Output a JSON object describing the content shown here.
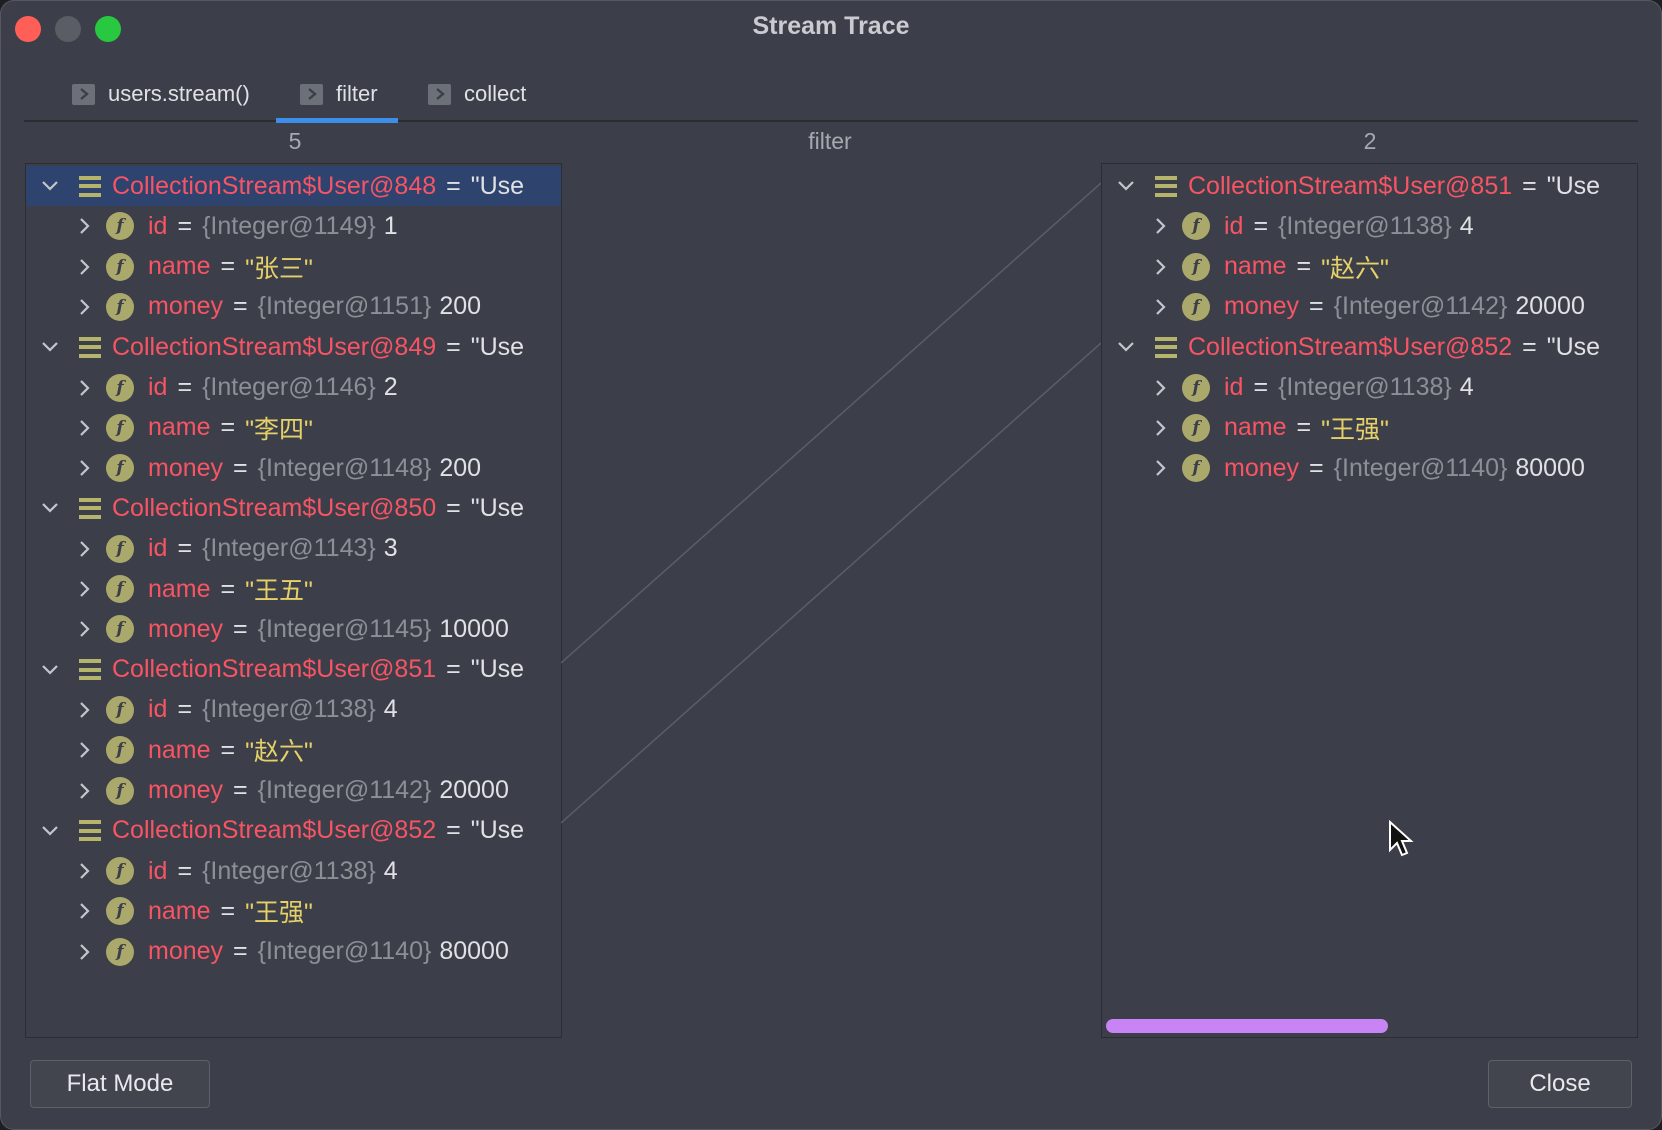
{
  "window": {
    "title": "Stream Trace"
  },
  "tabs": [
    {
      "label": "users.stream()",
      "icon": "chevron-right-icon"
    },
    {
      "label": "filter",
      "icon": "chevron-right-icon",
      "active": true
    },
    {
      "label": "collect",
      "icon": "chevron-right-icon"
    }
  ],
  "left": {
    "count": "5",
    "items": [
      {
        "name": "CollectionStream$User@848",
        "rest": "\"Use",
        "selected": true,
        "fields": [
          {
            "name": "id",
            "type": "{Integer@1149}",
            "value": "1"
          },
          {
            "name": "name",
            "value": "\"张三\"",
            "string": true
          },
          {
            "name": "money",
            "type": "{Integer@1151}",
            "value": "200"
          }
        ]
      },
      {
        "name": "CollectionStream$User@849",
        "rest": "\"Use",
        "fields": [
          {
            "name": "id",
            "type": "{Integer@1146}",
            "value": "2"
          },
          {
            "name": "name",
            "value": "\"李四\"",
            "string": true
          },
          {
            "name": "money",
            "type": "{Integer@1148}",
            "value": "200"
          }
        ]
      },
      {
        "name": "CollectionStream$User@850",
        "rest": "\"Use",
        "fields": [
          {
            "name": "id",
            "type": "{Integer@1143}",
            "value": "3"
          },
          {
            "name": "name",
            "value": "\"王五\"",
            "string": true
          },
          {
            "name": "money",
            "type": "{Integer@1145}",
            "value": "10000"
          }
        ]
      },
      {
        "name": "CollectionStream$User@851",
        "rest": "\"Use",
        "fields": [
          {
            "name": "id",
            "type": "{Integer@1138}",
            "value": "4"
          },
          {
            "name": "name",
            "value": "\"赵六\"",
            "string": true
          },
          {
            "name": "money",
            "type": "{Integer@1142}",
            "value": "20000"
          }
        ]
      },
      {
        "name": "CollectionStream$User@852",
        "rest": "\"Use",
        "fields": [
          {
            "name": "id",
            "type": "{Integer@1138}",
            "value": "4"
          },
          {
            "name": "name",
            "value": "\"王强\"",
            "string": true
          },
          {
            "name": "money",
            "type": "{Integer@1140}",
            "value": "80000"
          }
        ]
      }
    ]
  },
  "middle": {
    "label": "filter"
  },
  "right": {
    "count": "2",
    "items": [
      {
        "name": "CollectionStream$User@851",
        "rest": "\"Use",
        "fields": [
          {
            "name": "id",
            "type": "{Integer@1138}",
            "value": "4"
          },
          {
            "name": "name",
            "value": "\"赵六\"",
            "string": true
          },
          {
            "name": "money",
            "type": "{Integer@1142}",
            "value": "20000"
          }
        ]
      },
      {
        "name": "CollectionStream$User@852",
        "rest": "\"Use",
        "fields": [
          {
            "name": "id",
            "type": "{Integer@1138}",
            "value": "4"
          },
          {
            "name": "name",
            "value": "\"王强\"",
            "string": true
          },
          {
            "name": "money",
            "type": "{Integer@1140}",
            "value": "80000"
          }
        ]
      }
    ]
  },
  "buttons": {
    "flat_mode": "Flat Mode",
    "close": "Close"
  },
  "colors": {
    "object_name": "#f75464",
    "string_value": "#e5d168",
    "type_hint": "#8c8f96",
    "active_tab_underline": "#3d8ee8",
    "scrollbar": "#c883f5",
    "selection": "#2e436e"
  }
}
